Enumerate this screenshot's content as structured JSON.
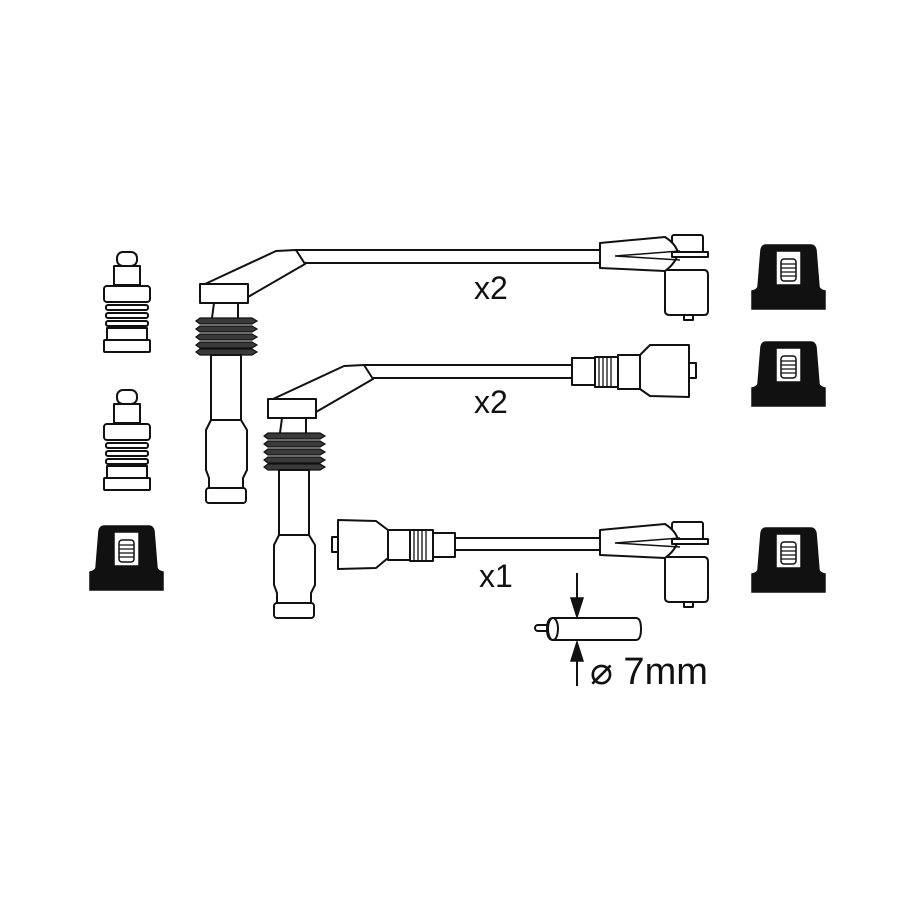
{
  "diagram": {
    "wires": [
      {
        "quantity_label": "x2",
        "left_end": "straight-boot",
        "right_end": "angled-connector"
      },
      {
        "quantity_label": "x2",
        "left_end": "straight-boot",
        "right_end": "straight-connector"
      },
      {
        "quantity_label": "x1",
        "left_end": "straight-connector",
        "right_end": "angled-connector"
      }
    ],
    "cable_diameter_label": "⌀ 7mm",
    "colors": {
      "line": "#111111",
      "background": "#ffffff"
    }
  }
}
